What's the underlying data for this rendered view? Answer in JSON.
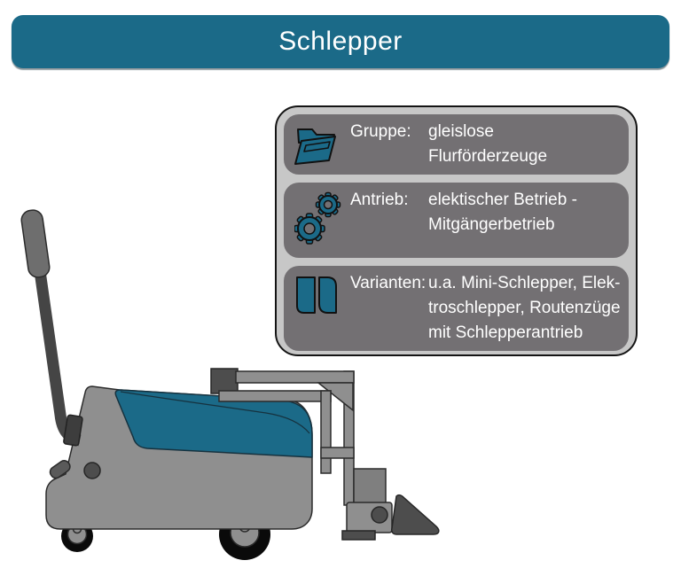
{
  "title": "Schlepper",
  "colors": {
    "accent_teal": "#1b6a88",
    "panel_bg": "#c7c7c7",
    "row_bg": "#737073",
    "panel_border": "#141414",
    "text": "#ffffff",
    "vehicle_body_gray": "#8f8f8f",
    "vehicle_dark_gray": "#4d4d4d",
    "wheel_black": "#0a0a0a",
    "outline": "#2b2b2b"
  },
  "info_panel": {
    "rows": [
      {
        "icon": "folder-icon",
        "label": "Gruppe:",
        "value": "gleislose Flurförderzeuge",
        "value_lines": [
          "gleislose",
          "Flurförderzeuge"
        ]
      },
      {
        "icon": "gears-icon",
        "label": "Antrieb:",
        "value": "elektischer Betrieb - Mitgängerbetrieb",
        "value_lines": [
          "elektischer Betrieb -",
          "Mitgängerbetrieb"
        ]
      },
      {
        "icon": "variants-icon",
        "label": "Varianten:",
        "value": "u.a. Mini-Schlepper, Elektroschlepper, Routenzüge mit Schlepperantrieb",
        "value_lines": [
          "u.a. Mini-Schlepper, Elek-",
          "troschlepper, Routenzüge",
          "mit Schlepperantrieb"
        ]
      }
    ]
  },
  "illustration": {
    "name": "electric-tug-side-view"
  }
}
